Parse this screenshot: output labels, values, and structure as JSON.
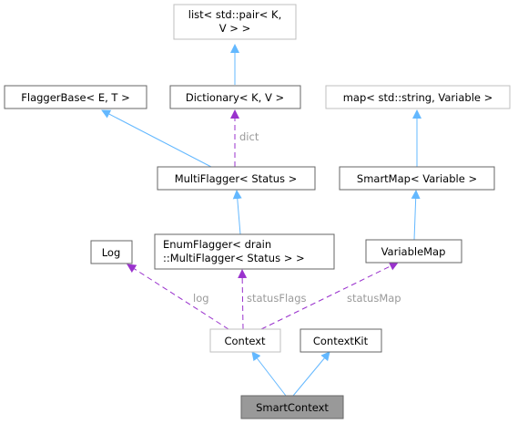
{
  "diagram": {
    "nodes": {
      "list_pair": {
        "lines": [
          "list< std::pair< K,",
          "V > >"
        ],
        "style": "external"
      },
      "flagger_base": {
        "lines": [
          "FlaggerBase< E, T >"
        ],
        "style": "normal"
      },
      "dictionary": {
        "lines": [
          "Dictionary< K, V >"
        ],
        "style": "normal"
      },
      "map_string": {
        "lines": [
          "map< std::string, Variable >"
        ],
        "style": "external"
      },
      "multi_flagger": {
        "lines": [
          "MultiFlagger< Status >"
        ],
        "style": "normal"
      },
      "smart_map": {
        "lines": [
          "SmartMap< Variable >"
        ],
        "style": "normal"
      },
      "log": {
        "lines": [
          "Log"
        ],
        "style": "normal"
      },
      "enum_flagger": {
        "lines": [
          "EnumFlagger< drain",
          "::MultiFlagger< Status > >"
        ],
        "style": "normal"
      },
      "variable_map": {
        "lines": [
          "VariableMap"
        ],
        "style": "normal"
      },
      "context": {
        "lines": [
          "Context"
        ],
        "style": "external"
      },
      "context_kit": {
        "lines": [
          "ContextKit"
        ],
        "style": "normal"
      },
      "smart_context": {
        "lines": [
          "SmartContext"
        ],
        "style": "highlight"
      }
    },
    "edge_labels": {
      "dict": "dict",
      "log": "log",
      "status_flags": "statusFlags",
      "status_map": "statusMap"
    },
    "colors": {
      "inheritance": "#63b8ff",
      "usage": "#9a32cd",
      "label": "#9a9a9a",
      "border": "#666666",
      "external_border": "#bfbfbf",
      "highlight_fill": "#999999"
    }
  }
}
